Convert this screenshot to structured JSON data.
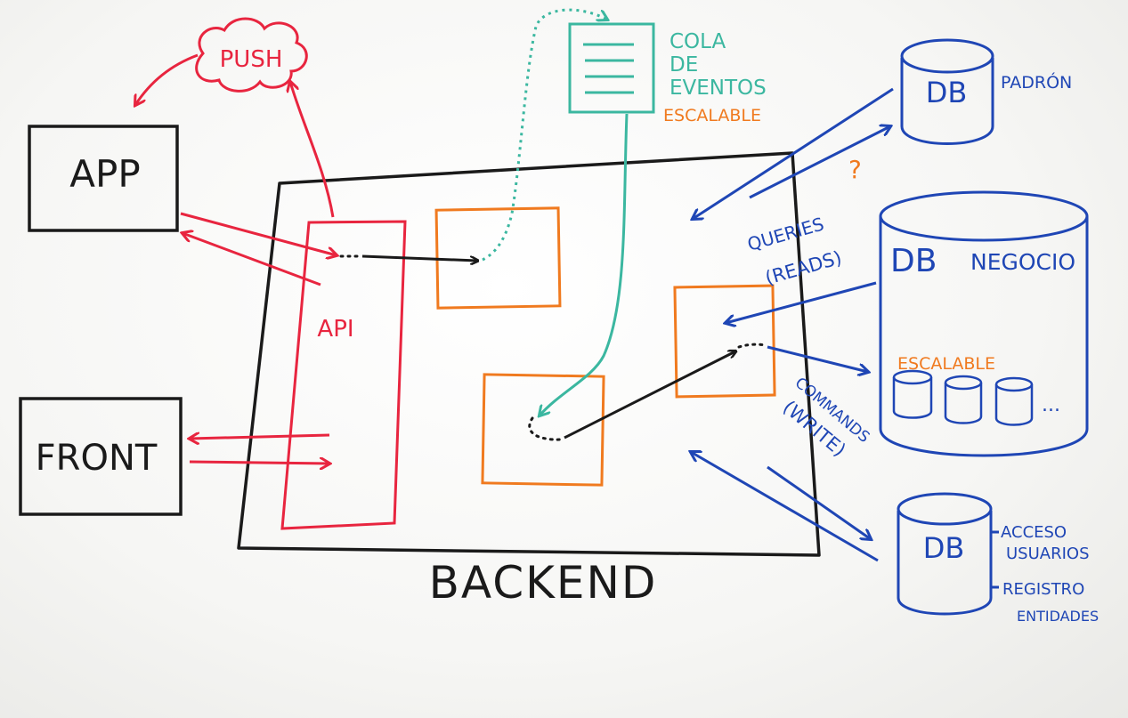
{
  "colors": {
    "black": "#1a1a1a",
    "red": "#e8253f",
    "orange": "#f07a1f",
    "teal": "#3bb7a0",
    "blue": "#1f46b5"
  },
  "labels": {
    "push": "PUSH",
    "app": "APP",
    "front": "FRONT",
    "api": "API",
    "backend": "BACKEND",
    "cola_1": "COLA",
    "cola_2": "DE",
    "cola_3": "EVENTOS",
    "escalable_queue": "ESCALABLE",
    "db_padron": "DB",
    "padron": "PADRÓN",
    "question": "?",
    "db_negocio": "DB",
    "negocio": "NEGOCIO",
    "queries_1": "QUERIES",
    "queries_2": "(READS)",
    "escalable_db": "ESCALABLE",
    "ellipsis": "...",
    "commands_1": "COMMANDS",
    "commands_2": "(WRITE)",
    "db_acceso": "DB",
    "acceso_1": "ACCESO",
    "acceso_2": "USUARIOS",
    "registro_1": "REGISTRO",
    "registro_2": "ENTIDADES"
  }
}
